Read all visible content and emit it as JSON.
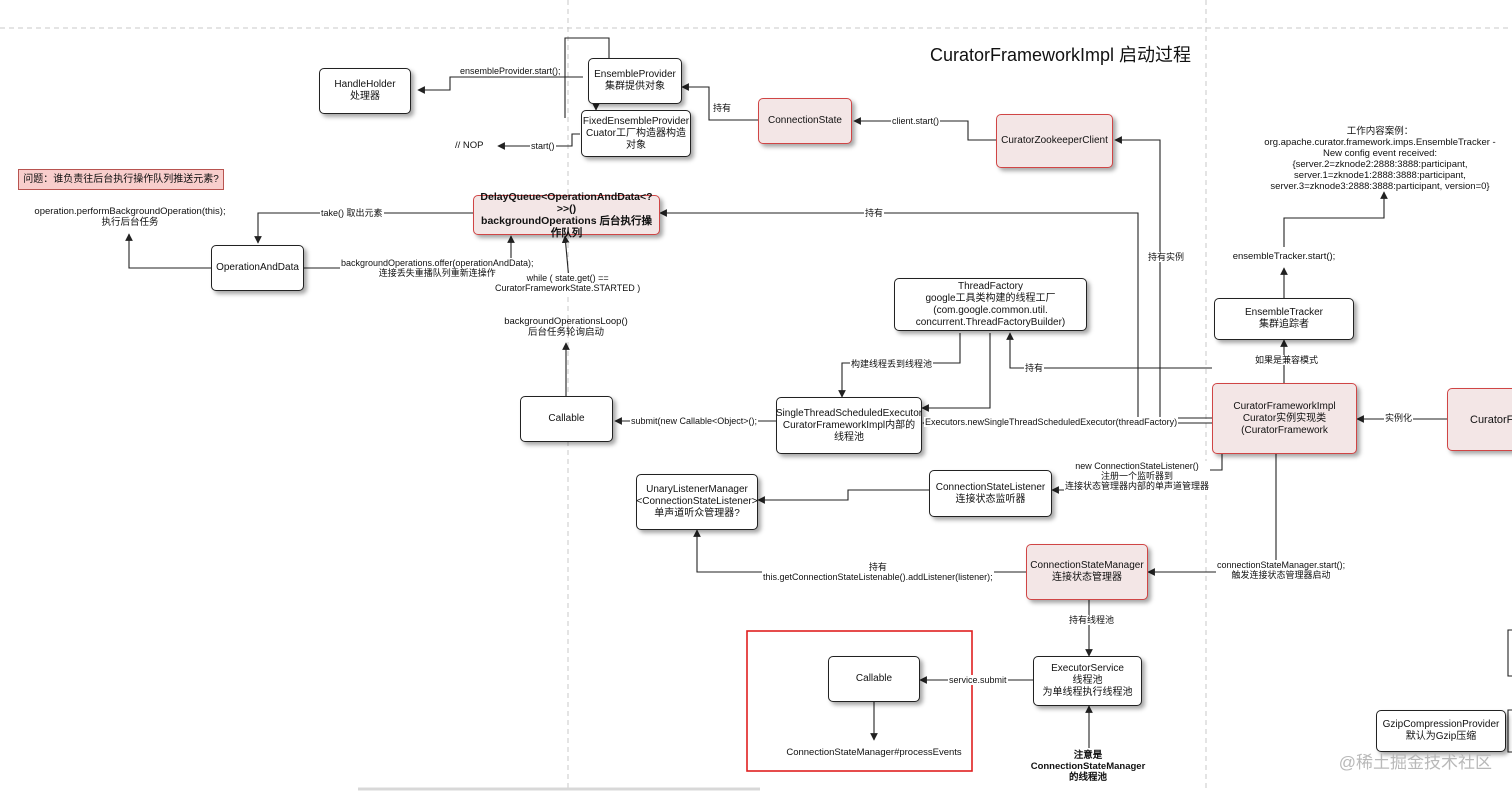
{
  "title": "CuratorFrameworkImpl 启动过程",
  "question": "问题：谁负责往后台执行操作队列推送元素?",
  "watermark": "@稀土掘金技术社区",
  "nodes": {
    "handle_holder": {
      "line1": "HandleHolder",
      "line2": "处理器"
    },
    "ensemble_provider": {
      "line1": "EnsembleProvider",
      "line2": "集群提供对象"
    },
    "fixed_ensemble_provider": {
      "line1": "FixedEnsembleProvider",
      "line2": "Cuator工厂构造器构造对象"
    },
    "connection_state": {
      "line1": "ConnectionState"
    },
    "curator_zk_client": {
      "line1": "CuratorZookeeperClient"
    },
    "delay_queue": {
      "line1": "DelayQueue<OperationAndData<?>>()",
      "line2": "backgroundOperations 后台执行操作队列"
    },
    "operation_and_data": {
      "line1": "OperationAndData"
    },
    "thread_factory": {
      "line1": "ThreadFactory",
      "line2": "google工具类构建的线程工厂",
      "line3": "(com.google.common.util.",
      "line4": "concurrent.ThreadFactoryBuilder)"
    },
    "callable_top": {
      "line1": "Callable"
    },
    "single_thread_executor": {
      "line1": "SingleThreadScheduledExecutor",
      "line2": "CuratorFrameworkImpl内部的线程池"
    },
    "ensemble_tracker": {
      "line1": "EnsembleTracker",
      "line2": "集群追踪者"
    },
    "curator_framework_impl": {
      "line1": "CuratorFrameworkImpl",
      "line2": "Curator实例实现类",
      "line3": "(CuratorFramework"
    },
    "curator_f_partial": {
      "line1": "CuratorF"
    },
    "unary_listener_manager": {
      "line1": "UnaryListenerManager",
      "line2": "<ConnectionStateListener>",
      "line3": "单声道听众管理器?"
    },
    "connection_state_listener": {
      "line1": "ConnectionStateListener",
      "line2": "连接状态监听器"
    },
    "connection_state_manager": {
      "line1": "ConnectionStateManager",
      "line2": "连接状态管理器"
    },
    "callable_bottom": {
      "line1": "Callable"
    },
    "executor_service": {
      "line1": "ExecutorService",
      "line2": "线程池",
      "line3": "为单线程执行线程池"
    },
    "gzip_provider": {
      "line1": "GzipCompressionProvider",
      "line2": "默认为Gzip压缩"
    }
  },
  "texts": {
    "perform_bg_op": {
      "line1": "operation.performBackgroundOperation(this);",
      "line2": "执行后台任务"
    },
    "nop": "// NOP",
    "bg_ops_loop": {
      "line1": "backgroundOperationsLoop()",
      "line2": "后台任务轮询启动"
    },
    "work_content": {
      "line1": "工作内容案例：",
      "line2": "org.apache.curator.framework.imps.EnsembleTracker -",
      "line3": "New config event received:",
      "line4": "{server.2=zknode2:2888:3888:participant,",
      "line5": "server.1=zknode1:2888:3888:participant,",
      "line6": "server.3=zknode3:2888:3888:participant, version=0}"
    },
    "ensemble_tracker_start": "ensembleTracker.start();",
    "process_events": "ConnectionStateManager#processEvents",
    "note_thread_pool": {
      "line1": "注意是",
      "line2": "ConnectionStateManager",
      "line3": "的线程池"
    }
  },
  "labels": {
    "ensemble_provider_start": "ensembleProvider.start();",
    "start_call": "start()",
    "holds_1": "持有",
    "client_start": "client.start()",
    "take": "take() 取出元素",
    "holds_2": "持有",
    "offer": {
      "line1": "backgroundOperations.offer(operationAndData);",
      "line2": "连接丢失重播队列重新连操作"
    },
    "while_loop": {
      "line1": "while ( state.get() ==",
      "line2": "CuratorFrameworkState.STARTED )"
    },
    "holds_instance": "持有实例",
    "build_pool": "构建线程丢到线程池",
    "holds_3": "持有",
    "if_compat": "如果是兼容模式",
    "submit_callable": "submit(new Callable<Object>();",
    "new_single_thread": "Executors.newSingleThreadScheduledExecutor(threadFactory)",
    "instantiate": "实例化",
    "new_listener": {
      "line1": "new ConnectionStateListener()",
      "line2": "注册一个监听器到",
      "line3": "连接状态管理器内部的单声道管理器"
    },
    "add_listener": {
      "line1": "持有",
      "line2": "this.getConnectionStateListenable().addListener(listener);"
    },
    "csm_start": {
      "line1": "connectionStateManager.start();",
      "line2": "触发连接状态管理器启动"
    },
    "holds_pool": "持有线程池",
    "service_submit": "service.submit"
  }
}
